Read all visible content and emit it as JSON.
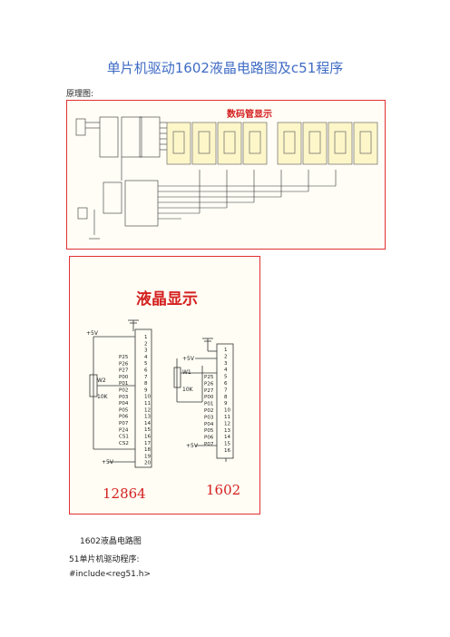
{
  "title": "单片机驱动1602液晶电路图及c51程序",
  "schematic_label": "原理图:",
  "figure1": {
    "heading": "数码管显示"
  },
  "figure2": {
    "heading": "液晶显示",
    "left_module": "12864",
    "right_module": "1602",
    "left_pot": "W2",
    "left_pot_value": "10K",
    "right_pot": "W1",
    "right_pot_value": "10K",
    "plus5v": "+5V",
    "left_pins": [
      "1",
      "2",
      "3",
      "4",
      "5",
      "6",
      "7",
      "8",
      "9",
      "10",
      "11",
      "12",
      "13",
      "14",
      "15",
      "16",
      "17",
      "18",
      "19",
      "20"
    ],
    "right_pins": [
      "1",
      "2",
      "3",
      "4",
      "5",
      "6",
      "7",
      "8",
      "9",
      "10",
      "11",
      "12",
      "13",
      "14",
      "15",
      "16"
    ],
    "left_signals": [
      "P25",
      "P26",
      "P27",
      "P00",
      "P01",
      "P02",
      "P03",
      "P04",
      "P05",
      "P06",
      "P07",
      "P24",
      "CS1",
      "CS2"
    ],
    "right_signals": [
      "P25",
      "P26",
      "P27",
      "P00",
      "P01",
      "P02",
      "P03",
      "P04",
      "P05",
      "P06",
      "P07"
    ]
  },
  "caption": "1602液晶电路图",
  "driver_label": "51单片机驱动程序:",
  "include_line": "#include<reg51.h>"
}
